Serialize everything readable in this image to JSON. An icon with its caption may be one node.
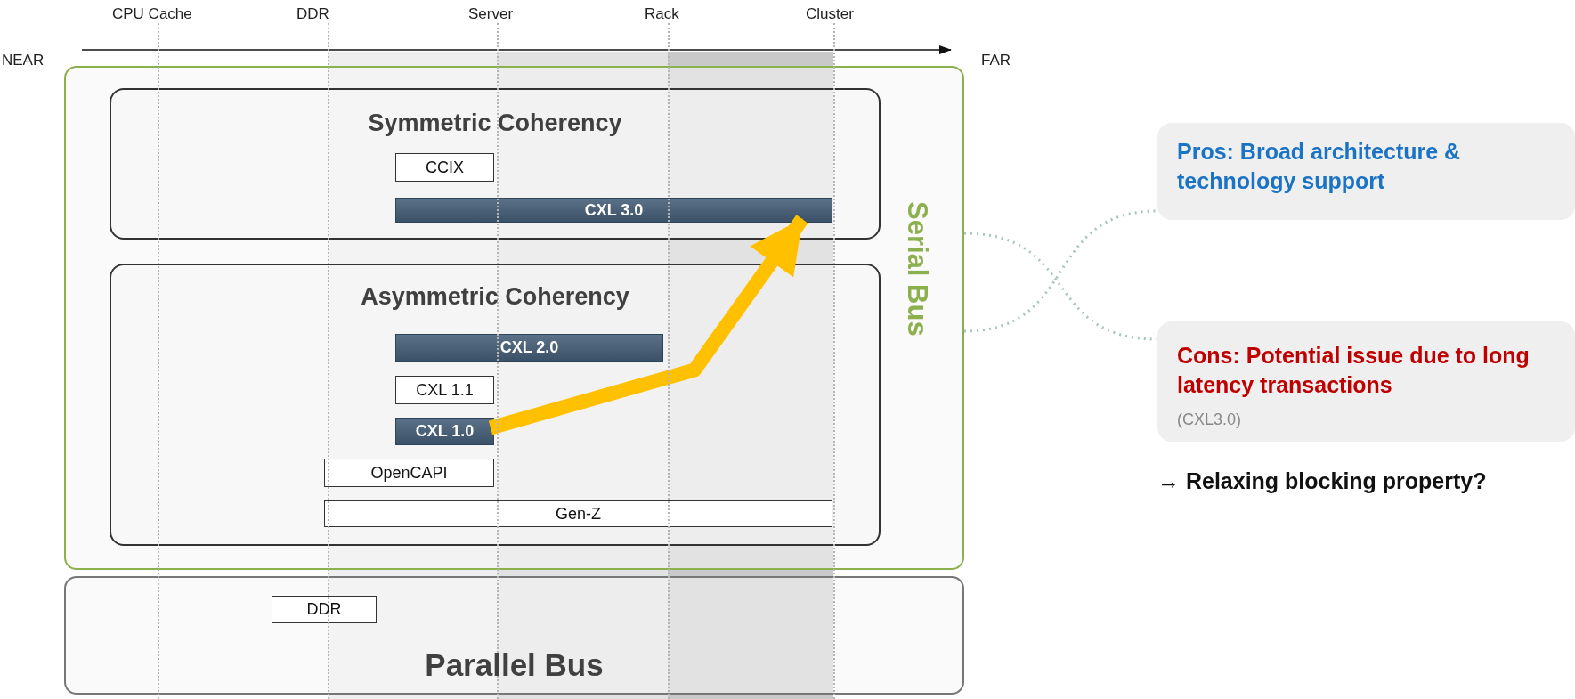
{
  "diagram": {
    "nodes": [
      {
        "text": [
          "Serial Bus"
        ]
      },
      {
        "text": [
          "Symmetric Coherency"
        ],
        "in": 0
      },
      {
        "text": [
          "CCIX"
        ],
        "in": 1
      },
      {
        "text": [
          "CXL 3.0"
        ],
        "in": 1
      },
      {
        "text": [
          "Asymmetric Coherency"
        ],
        "in": 0
      },
      {
        "text": [
          "CXL 2.0"
        ],
        "in": 4
      },
      {
        "text": [
          "CXL 1.1"
        ],
        "in": 4
      },
      {
        "text": [
          "CXL 1.0"
        ],
        "in": 4
      },
      {
        "text": [
          "OpenCAPI"
        ],
        "in": 4
      },
      {
        "text": [
          "Gen-Z"
        ],
        "in": 4
      },
      {
        "text": [
          "Parallel Bus"
        ]
      },
      {
        "text": [
          "DDR"
        ],
        "in": 10
      },
      {
        "text": [
          "Pros: Broad architecture & technology support"
        ]
      },
      {
        "text": [
          "Cons: Potential issue due to long latency transactions",
          "(CXL3.0)"
        ]
      }
    ],
    "edges": [
      {
        "from": 7,
        "to": 3,
        "arrow": "to",
        "style": "thick",
        "color": "#ffc000"
      },
      {
        "from": 0,
        "to": 13,
        "arrow": "none",
        "style": "dashed",
        "color": "#a9c4c0"
      },
      {
        "from": 0,
        "to": 12,
        "arrow": "none",
        "style": "dashed",
        "color": "#a9c4c0"
      }
    ],
    "labels": [
      "CPU Cache",
      "DDR",
      "Server",
      "Rack",
      "Cluster",
      "NEAR",
      "FAR",
      "→ Relaxing blocking property?"
    ]
  }
}
